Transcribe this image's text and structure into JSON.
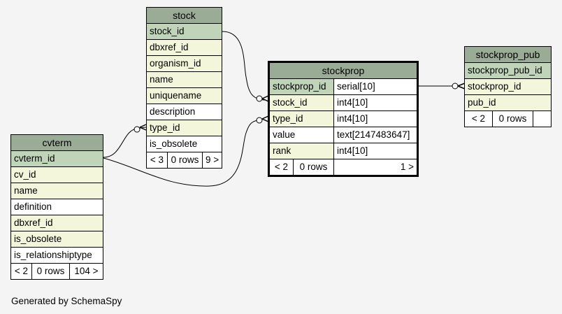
{
  "tables": {
    "stock": {
      "title": "stock",
      "columns": [
        {
          "name": "stock_id"
        },
        {
          "name": "dbxref_id"
        },
        {
          "name": "organism_id"
        },
        {
          "name": "name"
        },
        {
          "name": "uniquename"
        },
        {
          "name": "description"
        },
        {
          "name": "type_id"
        },
        {
          "name": "is_obsolete"
        }
      ],
      "footer": {
        "parents": "< 3",
        "rows": "0 rows",
        "children": "9 >"
      }
    },
    "cvterm": {
      "title": "cvterm",
      "columns": [
        {
          "name": "cvterm_id"
        },
        {
          "name": "cv_id"
        },
        {
          "name": "name"
        },
        {
          "name": "definition"
        },
        {
          "name": "dbxref_id"
        },
        {
          "name": "is_obsolete"
        },
        {
          "name": "is_relationshiptype"
        }
      ],
      "footer": {
        "parents": "< 2",
        "rows": "0 rows",
        "children": "104 >"
      }
    },
    "stockprop": {
      "title": "stockprop",
      "columns": [
        {
          "name": "stockprop_id",
          "type": "serial[10]"
        },
        {
          "name": "stock_id",
          "type": "int4[10]"
        },
        {
          "name": "type_id",
          "type": "int4[10]"
        },
        {
          "name": "value",
          "type": "text[2147483647]"
        },
        {
          "name": "rank",
          "type": "int4[10]"
        }
      ],
      "footer": {
        "parents": "< 2",
        "rows": "0 rows",
        "children": "1 >"
      }
    },
    "stockprop_pub": {
      "title": "stockprop_pub",
      "columns": [
        {
          "name": "stockprop_pub_id"
        },
        {
          "name": "stockprop_id"
        },
        {
          "name": "pub_id"
        }
      ],
      "footer": {
        "parents": "< 2",
        "rows": "0 rows",
        "children": ""
      }
    }
  },
  "colors": {
    "title_bg": "#9aab96",
    "primary_key_bg": "#bfd4b8",
    "foreign_key_bg": "#f4f6dc",
    "plain_bg": "#ffffff",
    "canvas_bg": "#f4f4f4"
  },
  "relationships": [
    {
      "from": "stock.stock_id",
      "to": "stockprop.stock_id"
    },
    {
      "from": "cvterm.cvterm_id",
      "to": "stock.type_id"
    },
    {
      "from": "cvterm.cvterm_id",
      "to": "stockprop.type_id"
    },
    {
      "from": "stockprop.stockprop_id",
      "to": "stockprop_pub.stockprop_id"
    }
  ],
  "footer_text": "Generated by SchemaSpy"
}
